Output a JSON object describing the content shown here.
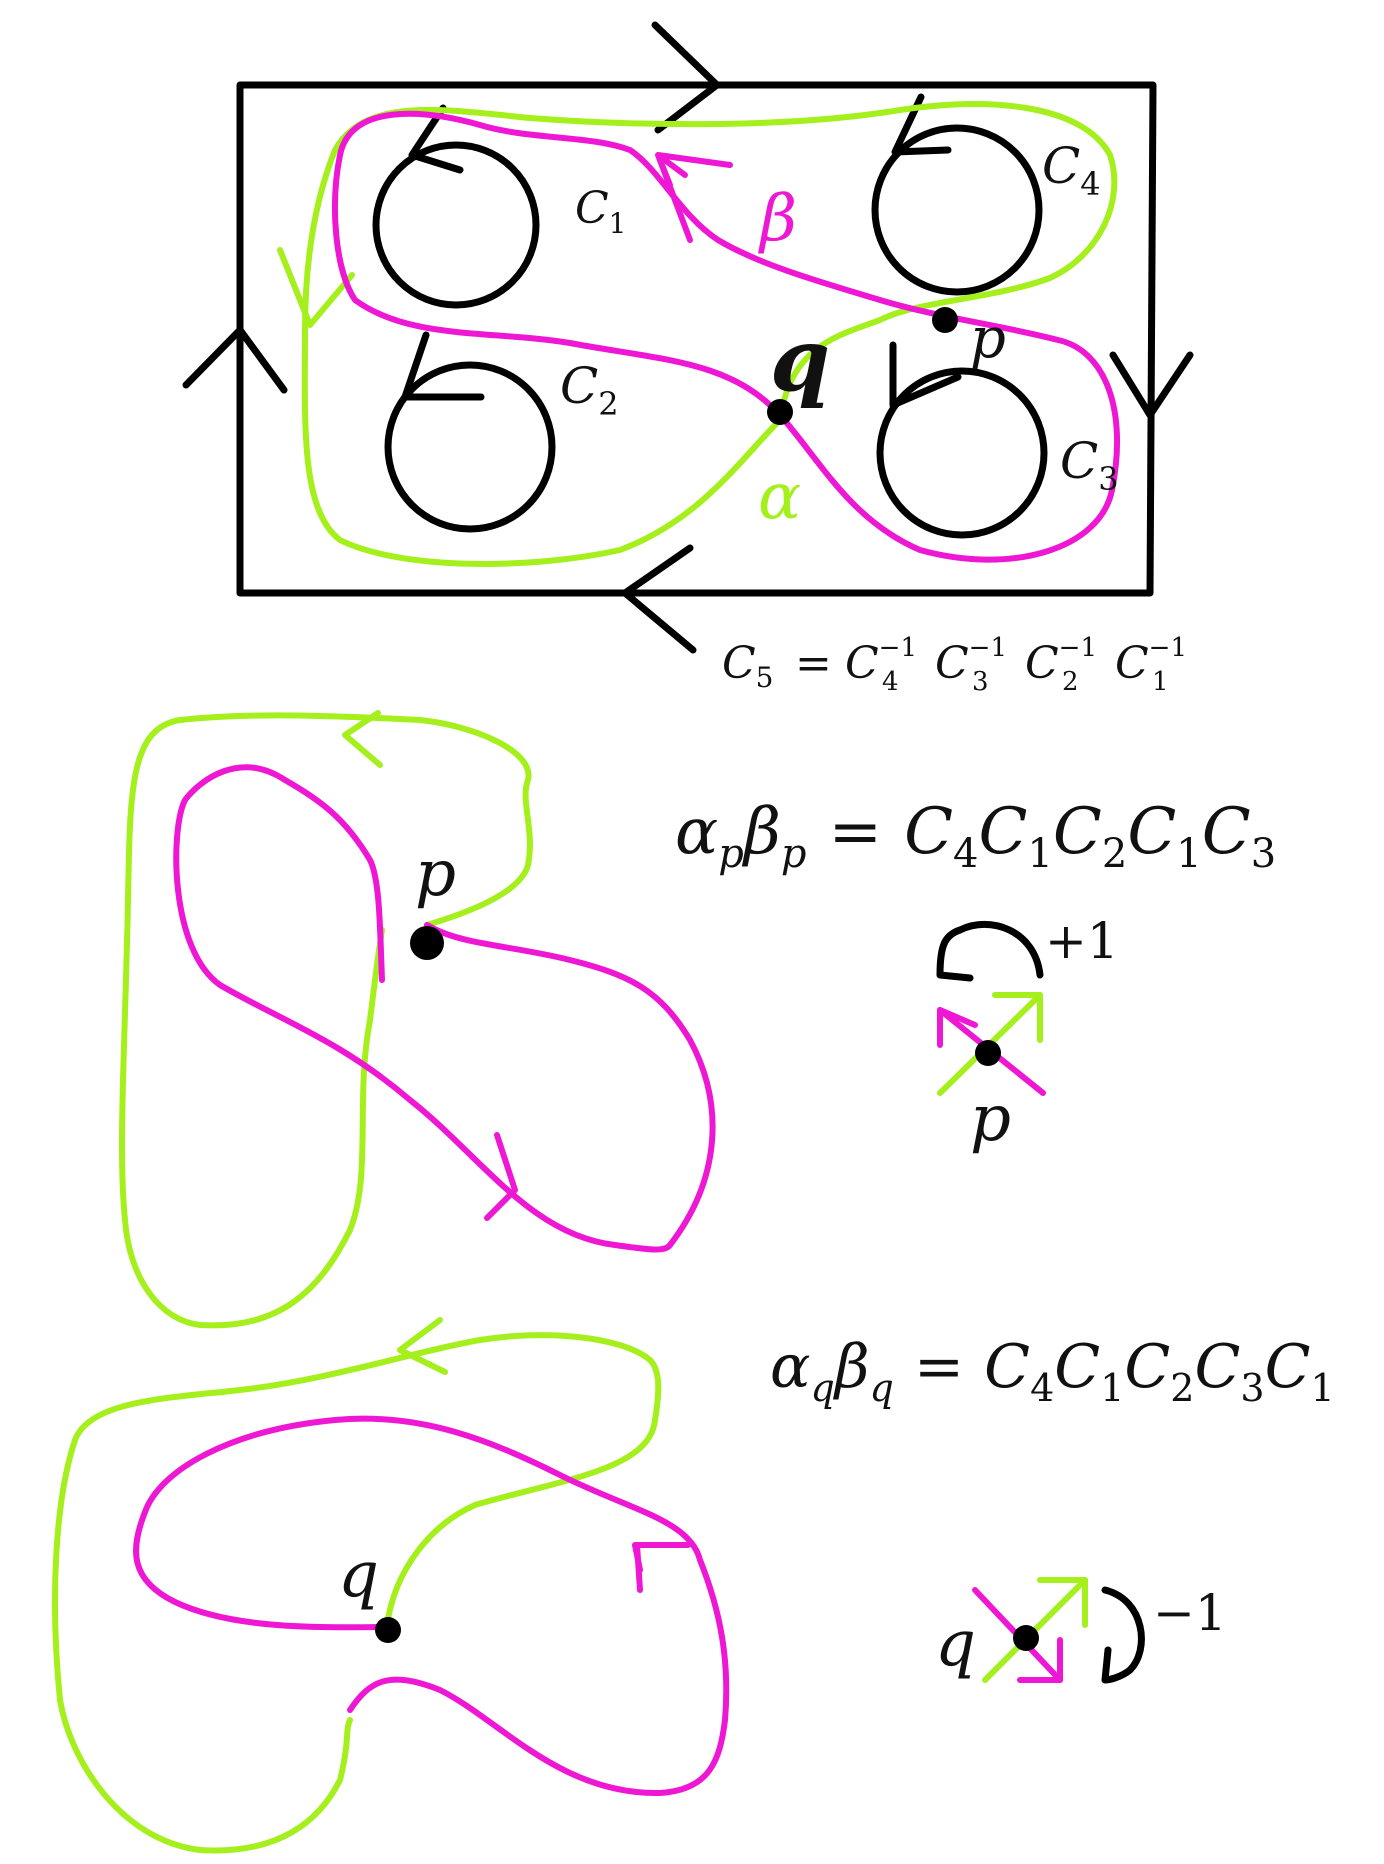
{
  "colors": {
    "alpha_curve": "#a4ef1c",
    "beta_curve": "#ee18d4",
    "ink": "#000000"
  },
  "top_figure": {
    "circle_labels": {
      "c1": {
        "base": "C",
        "sub": "1"
      },
      "c2": {
        "base": "C",
        "sub": "2"
      },
      "c3": {
        "base": "C",
        "sub": "3"
      },
      "c4": {
        "base": "C",
        "sub": "4"
      }
    },
    "curve_labels": {
      "alpha": "α",
      "beta": "β"
    },
    "point_labels": {
      "p": "p",
      "q": "q"
    },
    "c5_relation": {
      "lhs_base": "C",
      "lhs_sub": "5",
      "equals": "=",
      "terms": [
        {
          "base": "C",
          "sub": "4",
          "sup": "−1"
        },
        {
          "base": "C",
          "sub": "3",
          "sup": "−1"
        },
        {
          "base": "C",
          "sub": "2",
          "sup": "−1"
        },
        {
          "base": "C",
          "sub": "1",
          "sup": "−1"
        }
      ]
    }
  },
  "middle_figure": {
    "point_label": "p",
    "equation": {
      "lhs": [
        {
          "base": "α",
          "sub": "p"
        },
        {
          "base": "β",
          "sub": "p"
        }
      ],
      "equals": "=",
      "rhs": [
        {
          "base": "C",
          "sub": "4"
        },
        {
          "base": "C",
          "sub": "1"
        },
        {
          "base": "C",
          "sub": "2"
        },
        {
          "base": "C",
          "sub": "1"
        },
        {
          "base": "C",
          "sub": "3"
        }
      ]
    },
    "crossing": {
      "point_label": "p",
      "sign": "+1"
    }
  },
  "bottom_figure": {
    "point_label": "q",
    "equation": {
      "lhs": [
        {
          "base": "α",
          "sub": "q"
        },
        {
          "base": "β",
          "sub": "q"
        }
      ],
      "equals": "=",
      "rhs": [
        {
          "base": "C",
          "sub": "4"
        },
        {
          "base": "C",
          "sub": "1"
        },
        {
          "base": "C",
          "sub": "2"
        },
        {
          "base": "C",
          "sub": "3"
        },
        {
          "base": "C",
          "sub": "1"
        }
      ]
    },
    "crossing": {
      "point_label": "q",
      "sign": "−1"
    }
  }
}
